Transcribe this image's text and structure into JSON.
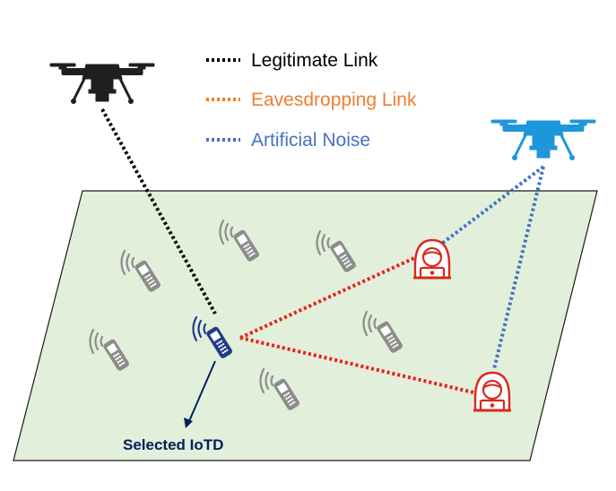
{
  "legend": {
    "legitimate": {
      "label": "Legitimate Link",
      "color": "#000000"
    },
    "eavesdropping": {
      "label": "Eavesdropping Link",
      "color": "#ED7D31"
    },
    "noise": {
      "label": "Artificial Noise",
      "color": "#4472C4"
    }
  },
  "caption": {
    "text": "Selected IoTD",
    "color": "#002060"
  },
  "colors": {
    "ground_fill": "#E2EFDA",
    "ground_stroke": "#1a1a1a",
    "drone_legit": "#1f1f1f",
    "drone_jammer": "#1E96DC",
    "iotd_idle": "#8C8C8C",
    "iotd_selected": "#1F3C88",
    "eavesdropper": "#D62A1E",
    "eaves_link": "#E8201A"
  },
  "icons": {
    "legit_drone": "drone-icon",
    "jammer_drone": "drone-icon",
    "iotd": "cellphone-signal-icon",
    "eavesdropper": "hooded-hacker-icon"
  }
}
